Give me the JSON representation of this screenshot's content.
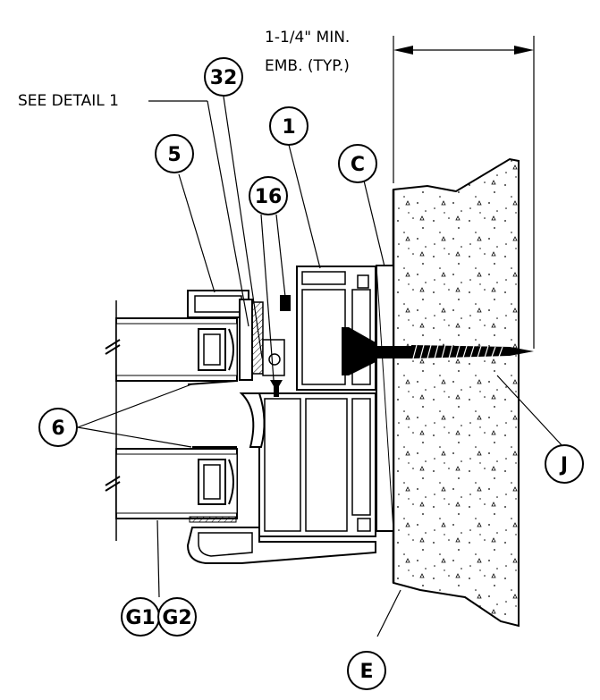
{
  "notes": {
    "embedment_line1": "1-1/4\" MIN.",
    "embedment_line2": "EMB. (TYP.)",
    "see_detail": "SEE DETAIL 1"
  },
  "callouts": {
    "c32": "32",
    "c1": "1",
    "c5": "5",
    "c16": "16",
    "cC": "C",
    "c6": "6",
    "cJ": "J",
    "cG1": "G1",
    "cG2": "G2",
    "cE": "E"
  }
}
